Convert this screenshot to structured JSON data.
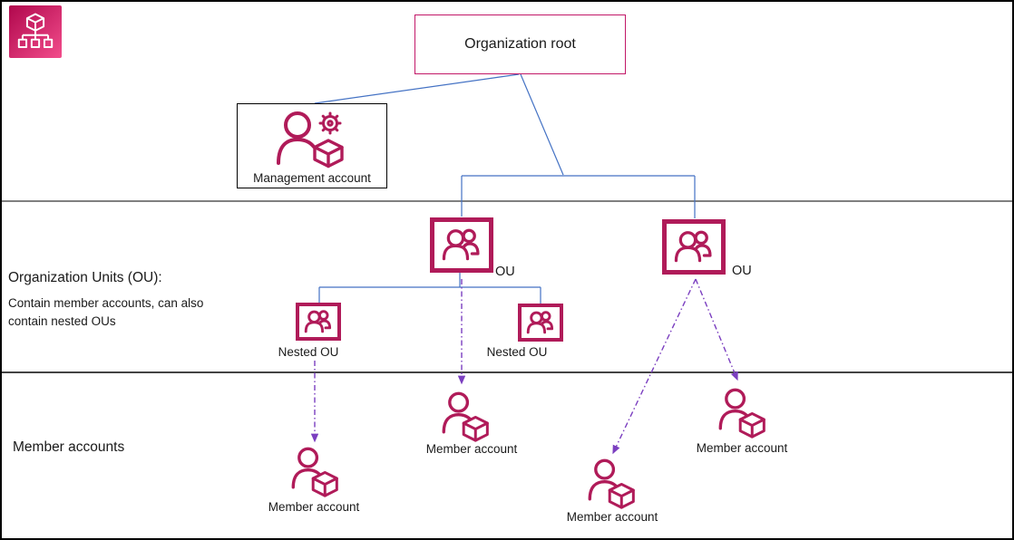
{
  "app": {
    "description": "AWS Organizations structure diagram"
  },
  "badge": {
    "icon": "aws-organizations-icon"
  },
  "nodes": {
    "organization_root": {
      "label": "Organization root"
    },
    "management_account": {
      "label": "Management account",
      "icon": "management-account-person-gear-cube-icon"
    },
    "ou_left": {
      "label": "OU",
      "icon": "organizational-unit-icon"
    },
    "ou_right": {
      "label": "OU",
      "icon": "organizational-unit-icon"
    },
    "nested_ou_left": {
      "label": "Nested OU",
      "icon": "organizational-unit-icon"
    },
    "nested_ou_right": {
      "label": "Nested OU",
      "icon": "organizational-unit-icon"
    },
    "member_account_nested": {
      "label": "Member account",
      "icon": "account-person-cube-icon"
    },
    "member_account_ou_left": {
      "label": "Member account",
      "icon": "account-person-cube-icon"
    },
    "member_account_right_lower": {
      "label": "Member account",
      "icon": "account-person-cube-icon"
    },
    "member_account_right_upper": {
      "label": "Member account",
      "icon": "account-person-cube-icon"
    }
  },
  "bands": {
    "ou": {
      "heading": "Organization Units (OU):",
      "desc_line1": "Contain member  accounts, can also",
      "desc_line2": "contain nested OUs"
    },
    "members": {
      "heading": "Member accounts"
    }
  },
  "connectors": {
    "solid_blue": "hierarchy lines from Organization root to Management account and OUs, and from OU to Nested OUs",
    "dashed_purple": "contains-account arrows from OUs and Nested OU to Member accounts"
  },
  "colors": {
    "crimson": "#B01B59",
    "root_border": "#C21868",
    "badge_grad_start": "#B0084D",
    "badge_grad_end": "#F24C8B",
    "connector_blue": "#4472C4",
    "arrow_purple": "#7B3FC0",
    "divider_gray": "#7F7F7F",
    "divider_dark": "#444444",
    "text": "#1A1A1A",
    "border_black": "#000000"
  }
}
